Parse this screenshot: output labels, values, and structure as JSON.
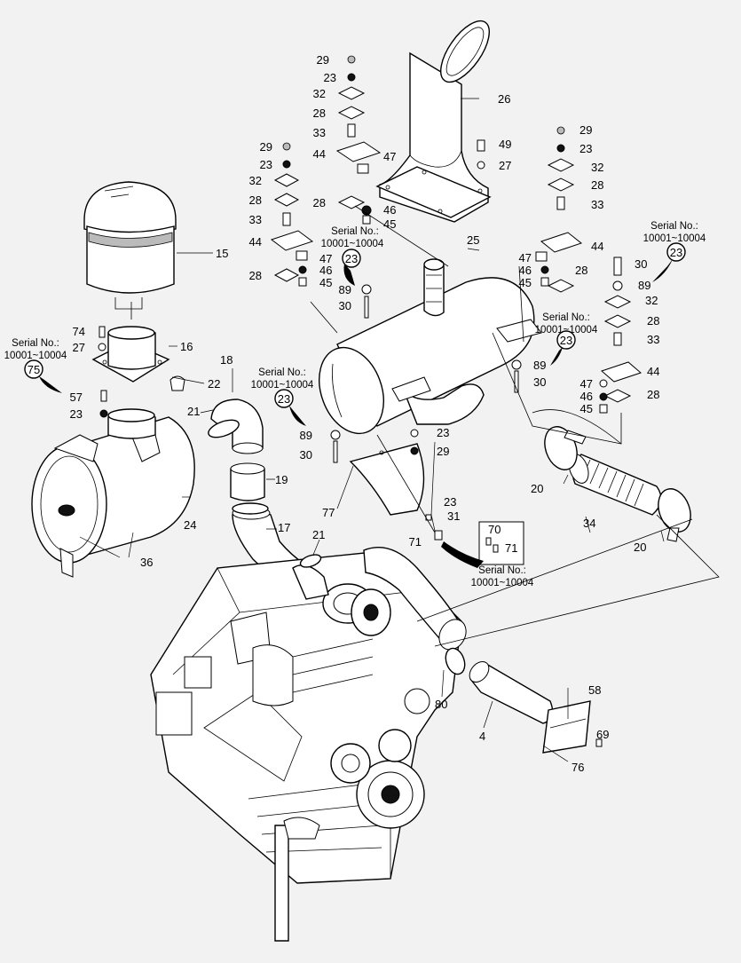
{
  "callouts": {
    "n4": "4",
    "n15": "15",
    "n16": "16",
    "n17": "17",
    "n18": "18",
    "n19": "19",
    "n20": "20",
    "n21": "21",
    "n22": "22",
    "n23": "23",
    "n24": "24",
    "n25": "25",
    "n26": "26",
    "n27": "27",
    "n28": "28",
    "n29": "29",
    "n30": "30",
    "n31": "31",
    "n32": "32",
    "n33": "33",
    "n34": "34",
    "n36": "36",
    "n44": "44",
    "n45": "45",
    "n46": "46",
    "n47": "47",
    "n49": "49",
    "n57": "57",
    "n58": "58",
    "n69": "69",
    "n70": "70",
    "n71": "71",
    "n74": "74",
    "n75": "75",
    "n76": "76",
    "n77": "77",
    "n80": "80",
    "n89": "89"
  },
  "serial_notes": {
    "label": "Serial No.:",
    "range": "10001~10004"
  },
  "reference_badges": [
    "23",
    "75"
  ],
  "colors": {
    "background": "#f2f2f2",
    "line": "#000000",
    "fill": "#ffffff"
  }
}
